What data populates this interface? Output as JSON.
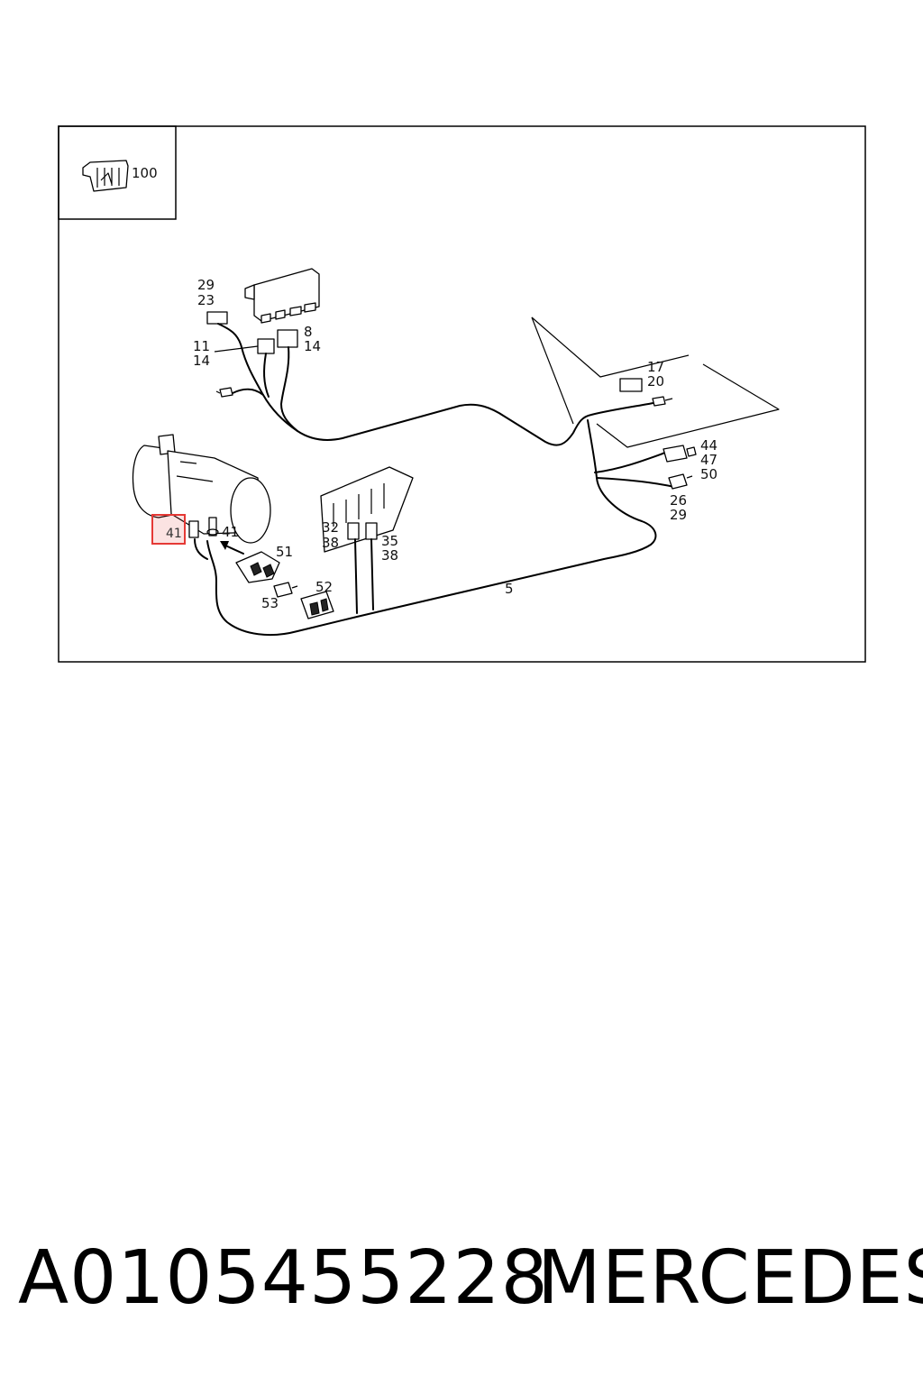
{
  "diagram": {
    "labels": {
      "inset_ref": "100",
      "ctrl_a": "29",
      "ctrl_b": "23",
      "relay_a": "11",
      "relay_b": "14",
      "relay2_a": "8",
      "relay2_b": "14",
      "trunk_a": "17",
      "trunk_b": "20",
      "sensor_a": "44",
      "sensor_b": "47",
      "sensor_c": "50",
      "plug_a": "26",
      "plug_b": "29",
      "fuse_a": "32",
      "fuse_b": "38",
      "fuse2_a": "35",
      "fuse2_b": "38",
      "main_harness": "5",
      "highlight_part": "41",
      "second_part": "41",
      "valve": "51",
      "nozzle": "53",
      "switch": "52"
    },
    "highlight_color": "#e53935"
  },
  "footer": {
    "part_number": "A0105455228",
    "manufacturer": "MERCEDES"
  }
}
